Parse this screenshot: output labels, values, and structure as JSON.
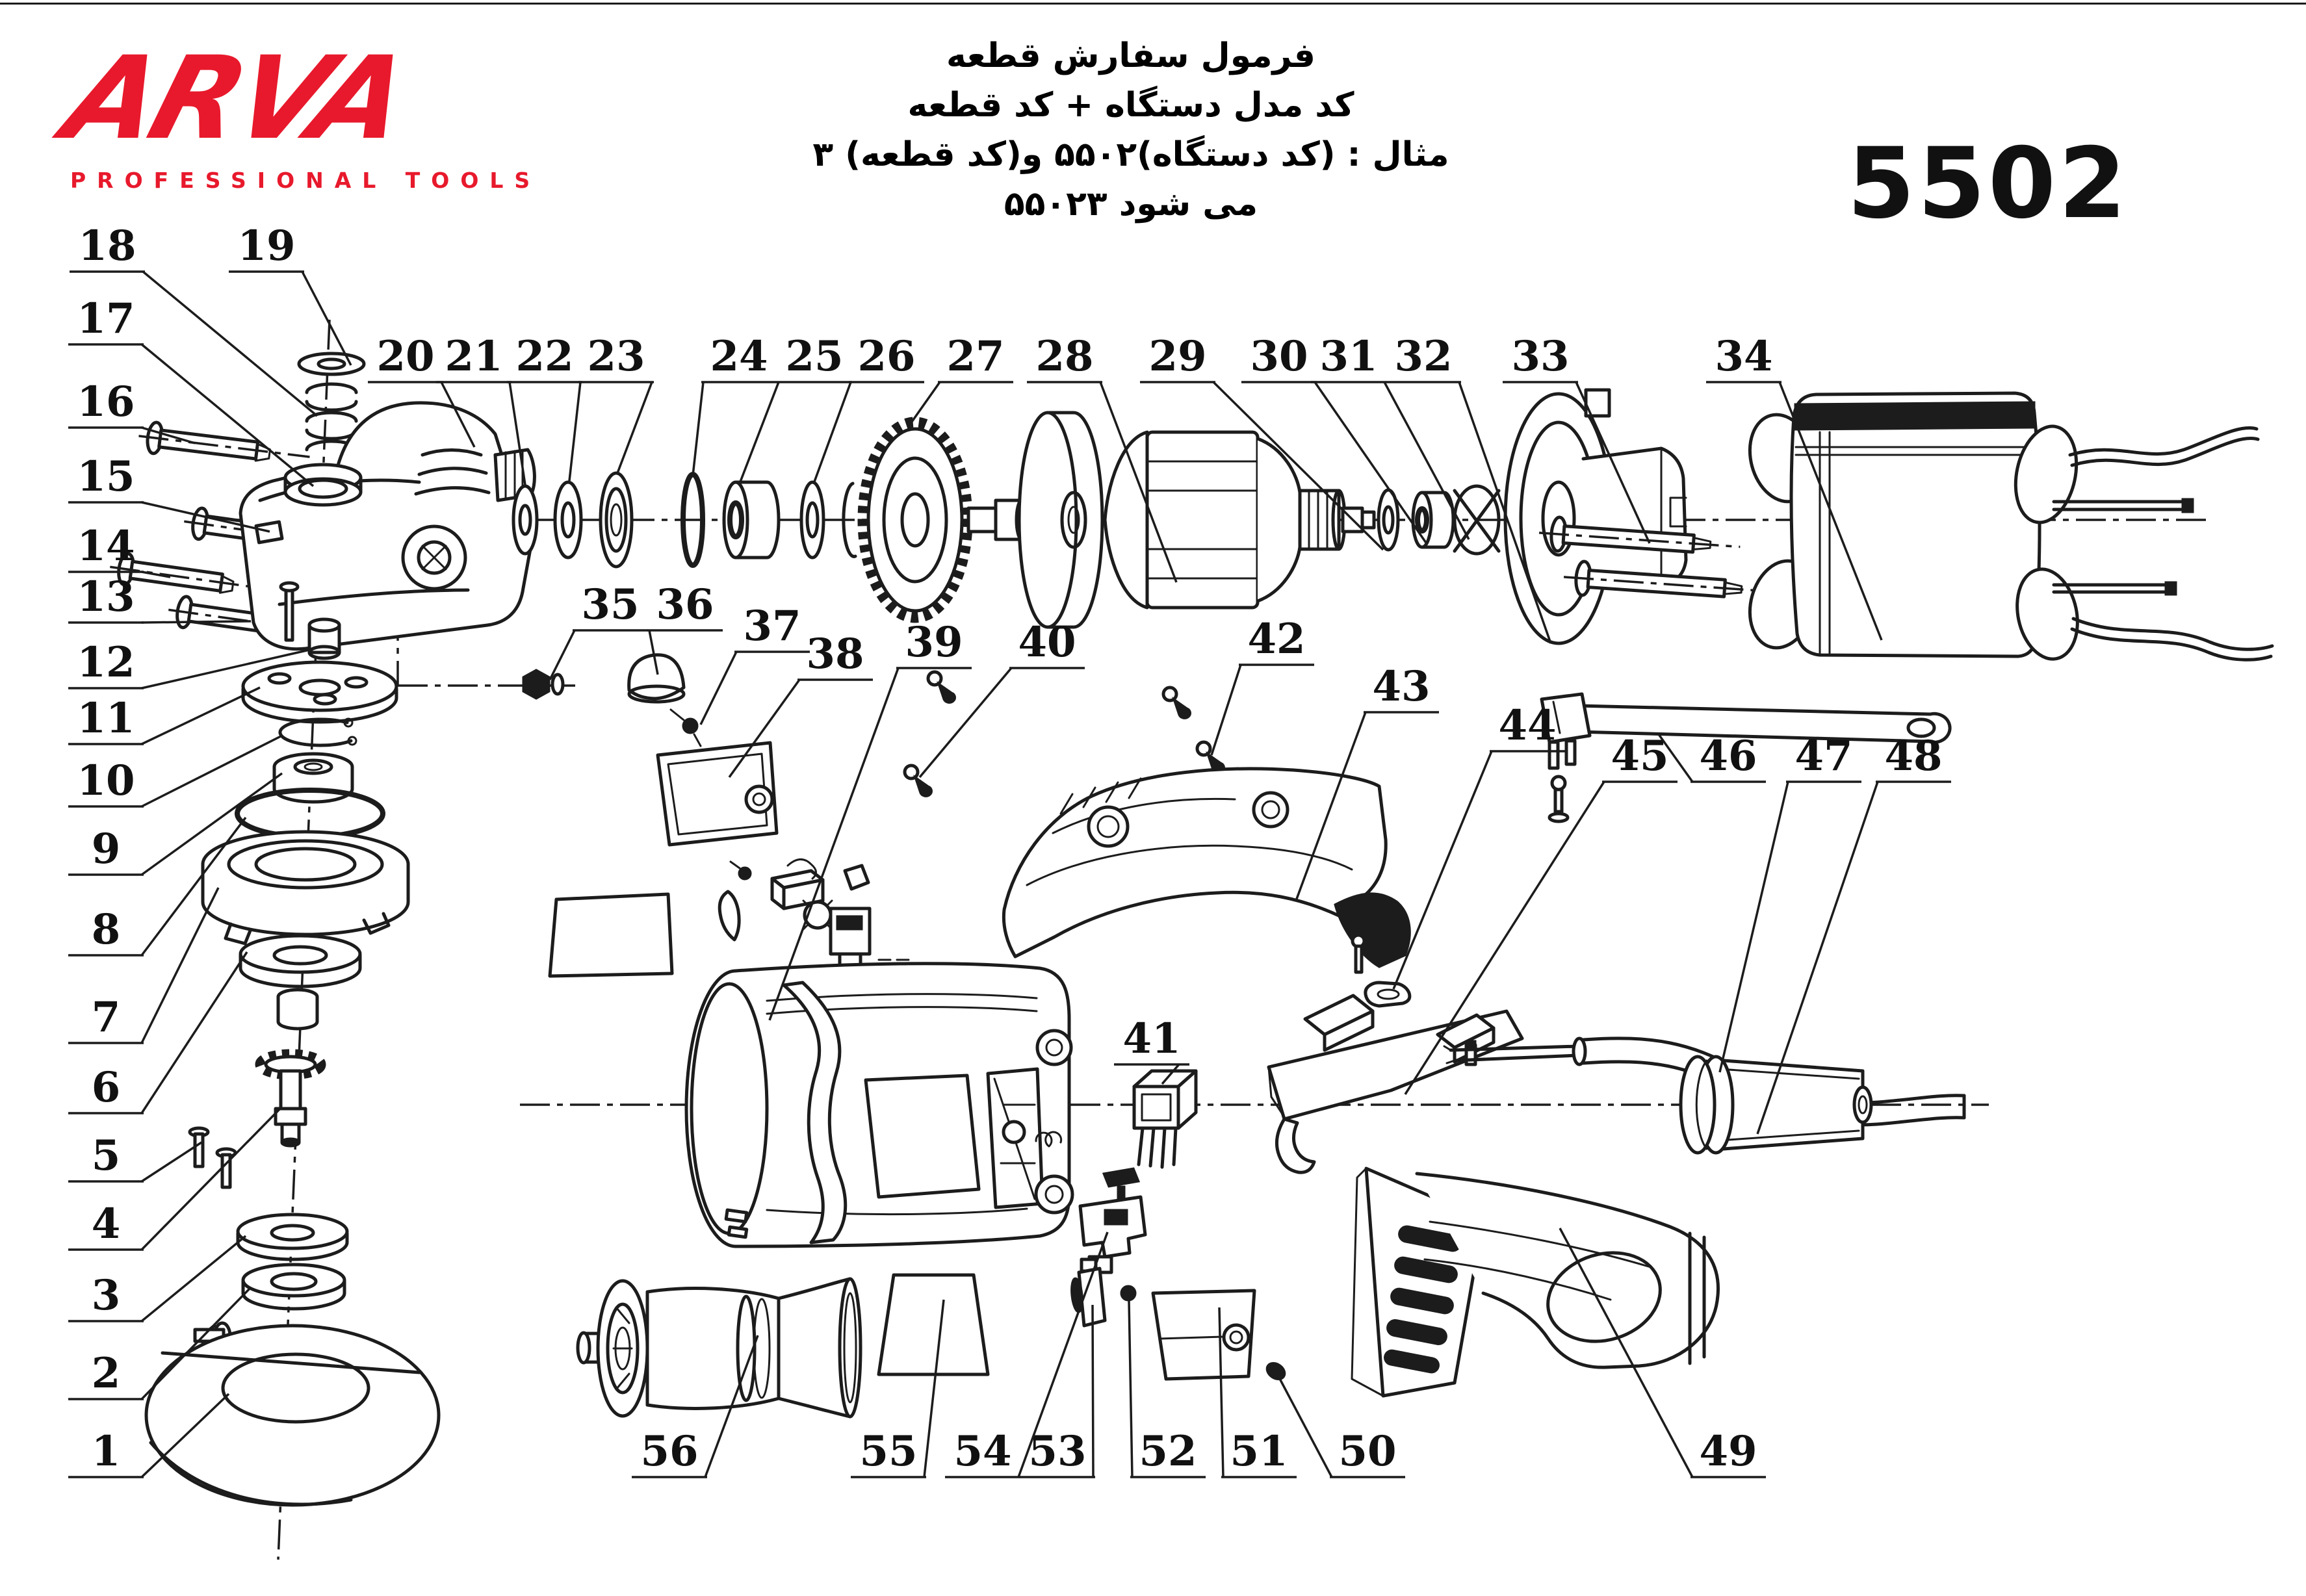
{
  "header": {
    "logo": {
      "brand": "ARVA",
      "tagline": "PROFESSIONAL TOOLS",
      "color": "#e8192c"
    },
    "ordering_note": {
      "lines": [
        "فرمول سفارش قطعه",
        "کد مدل دستگاه + کد قطعه",
        "مثال : (کد دستگاه)۵۵۰۲ و(کد قطعه) ۳",
        "می شود ۵۵۰۲۳"
      ]
    },
    "model_number": "5502"
  },
  "diagram": {
    "line_color": "#1c1c1c",
    "parts": [
      {
        "n": "1",
        "label": [
          163,
          2255
        ],
        "leader": [
          [
            218,
            2273
          ],
          [
            352,
            2145
          ]
        ]
      },
      {
        "n": "2",
        "label": [
          163,
          2135
        ],
        "leader": [
          [
            218,
            2153
          ],
          [
            385,
            1982
          ]
        ]
      },
      {
        "n": "3",
        "label": [
          163,
          2015
        ],
        "leader": [
          [
            218,
            2033
          ],
          [
            378,
            1902
          ]
        ]
      },
      {
        "n": "4",
        "label": [
          163,
          1905
        ],
        "leader": [
          [
            218,
            1923
          ],
          [
            432,
            1705
          ]
        ]
      },
      {
        "n": "5",
        "label": [
          163,
          1800
        ],
        "leader": [
          [
            218,
            1818
          ],
          [
            310,
            1758
          ]
        ]
      },
      {
        "n": "6",
        "label": [
          163,
          1695
        ],
        "leader": [
          [
            218,
            1713
          ],
          [
            380,
            1465
          ]
        ]
      },
      {
        "n": "7",
        "label": [
          163,
          1587
        ],
        "leader": [
          [
            218,
            1605
          ],
          [
            336,
            1366
          ]
        ]
      },
      {
        "n": "8",
        "label": [
          163,
          1452
        ],
        "leader": [
          [
            218,
            1470
          ],
          [
            378,
            1258
          ]
        ]
      },
      {
        "n": "9",
        "label": [
          163,
          1328
        ],
        "leader": [
          [
            218,
            1346
          ],
          [
            434,
            1190
          ]
        ]
      },
      {
        "n": "10",
        "label": [
          163,
          1223
        ],
        "leader": [
          [
            218,
            1241
          ],
          [
            432,
            1133
          ]
        ]
      },
      {
        "n": "11",
        "label": [
          163,
          1127
        ],
        "leader": [
          [
            218,
            1145
          ],
          [
            400,
            1058
          ]
        ]
      },
      {
        "n": "12",
        "label": [
          163,
          1041
        ],
        "leader": [
          [
            218,
            1059
          ],
          [
            476,
            1000
          ]
        ]
      },
      {
        "n": "13",
        "label": [
          163,
          940
        ],
        "leader": [
          [
            218,
            958
          ],
          [
            386,
            956
          ]
        ]
      },
      {
        "n": "14",
        "label": [
          163,
          862
        ],
        "leader": [
          [
            218,
            880
          ],
          [
            262,
            888
          ]
        ]
      },
      {
        "n": "15",
        "label": [
          163,
          755
        ],
        "leader": [
          [
            218,
            773
          ],
          [
            415,
            818
          ]
        ]
      },
      {
        "n": "16",
        "label": [
          163,
          640
        ],
        "leader": [
          [
            218,
            658
          ],
          [
            300,
            682
          ]
        ]
      },
      {
        "n": "17",
        "label": [
          163,
          512
        ],
        "leader": [
          [
            218,
            530
          ],
          [
            482,
            748
          ]
        ]
      },
      {
        "n": "18",
        "label": [
          165,
          400
        ],
        "leader": [
          [
            220,
            418
          ],
          [
            488,
            640
          ]
        ]
      },
      {
        "n": "19",
        "label": [
          410,
          400
        ],
        "leader": [
          [
            465,
            418
          ],
          [
            540,
            562
          ]
        ]
      },
      {
        "n": "20",
        "label": [
          624,
          570
        ],
        "leader": [
          [
            679,
            588
          ],
          [
            730,
            688
          ]
        ]
      },
      {
        "n": "21",
        "label": [
          729,
          570
        ],
        "leader": [
          [
            784,
            588
          ],
          [
            808,
            746
          ]
        ]
      },
      {
        "n": "22",
        "label": [
          838,
          570
        ],
        "leader": [
          [
            893,
            588
          ],
          [
            876,
            740
          ]
        ]
      },
      {
        "n": "23",
        "label": [
          948,
          570
        ],
        "leader": [
          [
            1003,
            588
          ],
          [
            950,
            728
          ]
        ]
      },
      {
        "n": "24",
        "label": [
          1137,
          570
        ],
        "leader": [
          [
            1082,
            588
          ],
          [
            1066,
            732
          ]
        ]
      },
      {
        "n": "25",
        "label": [
          1253,
          570
        ],
        "leader": [
          [
            1198,
            588
          ],
          [
            1138,
            744
          ]
        ]
      },
      {
        "n": "26",
        "label": [
          1364,
          570
        ],
        "leader": [
          [
            1309,
            588
          ],
          [
            1252,
            744
          ]
        ]
      },
      {
        "n": "27",
        "label": [
          1501,
          570
        ],
        "leader": [
          [
            1446,
            588
          ],
          [
            1398,
            656
          ]
        ]
      },
      {
        "n": "28",
        "label": [
          1638,
          570
        ],
        "leader": [
          [
            1693,
            588
          ],
          [
            1810,
            896
          ]
        ]
      },
      {
        "n": "29",
        "label": [
          1812,
          570
        ],
        "leader": [
          [
            1867,
            588
          ],
          [
            2128,
            846
          ]
        ]
      },
      {
        "n": "30",
        "label": [
          1968,
          570
        ],
        "leader": [
          [
            2023,
            588
          ],
          [
            2196,
            838
          ]
        ]
      },
      {
        "n": "31",
        "label": [
          2075,
          570
        ],
        "leader": [
          [
            2130,
            588
          ],
          [
            2260,
            830
          ]
        ]
      },
      {
        "n": "32",
        "label": [
          2190,
          570
        ],
        "leader": [
          [
            2245,
            588
          ],
          [
            2386,
            990
          ]
        ]
      },
      {
        "n": "33",
        "label": [
          2370,
          570
        ],
        "leader": [
          [
            2425,
            588
          ],
          [
            2538,
            836
          ]
        ]
      },
      {
        "n": "34",
        "label": [
          2683,
          570
        ],
        "leader": [
          [
            2738,
            588
          ],
          [
            2895,
            985
          ]
        ]
      },
      {
        "n": "35",
        "label": [
          939,
          952
        ],
        "leader": [
          [
            884,
            970
          ],
          [
            846,
            1046
          ]
        ]
      },
      {
        "n": "36",
        "label": [
          1054,
          952
        ],
        "leader": [
          [
            999,
            970
          ],
          [
            1012,
            1038
          ]
        ]
      },
      {
        "n": "37",
        "label": [
          1188,
          985
        ],
        "leader": [
          [
            1133,
            1003
          ],
          [
            1078,
            1115
          ]
        ]
      },
      {
        "n": "38",
        "label": [
          1285,
          1028
        ],
        "leader": [
          [
            1230,
            1046
          ],
          [
            1122,
            1196
          ]
        ]
      },
      {
        "n": "39",
        "label": [
          1437,
          1010
        ],
        "leader": [
          [
            1382,
            1028
          ],
          [
            1184,
            1570
          ]
        ]
      },
      {
        "n": "40",
        "label": [
          1611,
          1010
        ],
        "leader": [
          [
            1556,
            1028
          ],
          [
            1415,
            1196
          ]
        ]
      },
      {
        "n": "41",
        "label": [
          1772,
          1620
        ],
        "leader": [
          [
            1814,
            1638
          ],
          [
            1788,
            1668
          ]
        ]
      },
      {
        "n": "42",
        "label": [
          1964,
          1005
        ],
        "leader": [
          [
            1909,
            1023
          ],
          [
            1864,
            1162
          ]
        ]
      },
      {
        "n": "43",
        "label": [
          2156,
          1078
        ],
        "leader": [
          [
            2101,
            1096
          ],
          [
            1994,
            1386
          ]
        ]
      },
      {
        "n": "44",
        "label": [
          2350,
          1138
        ],
        "leader": [
          [
            2295,
            1156
          ],
          [
            2144,
            1522
          ]
        ]
      },
      {
        "n": "45",
        "label": [
          2523,
          1185
        ],
        "leader": [
          [
            2468,
            1203
          ],
          [
            2162,
            1684
          ]
        ]
      },
      {
        "n": "46",
        "label": [
          2659,
          1185
        ],
        "leader": [
          [
            2604,
            1203
          ],
          [
            2552,
            1130
          ]
        ]
      },
      {
        "n": "47",
        "label": [
          2806,
          1185
        ],
        "leader": [
          [
            2751,
            1203
          ],
          [
            2646,
            1650
          ]
        ]
      },
      {
        "n": "48",
        "label": [
          2944,
          1185
        ],
        "leader": [
          [
            2889,
            1203
          ],
          [
            2704,
            1745
          ]
        ]
      },
      {
        "n": "49",
        "label": [
          2659,
          2255
        ],
        "leader": [
          [
            2604,
            2273
          ],
          [
            2400,
            1890
          ]
        ]
      },
      {
        "n": "50",
        "label": [
          2104,
          2255
        ],
        "leader": [
          [
            2049,
            2273
          ],
          [
            1966,
            2116
          ]
        ]
      },
      {
        "n": "51",
        "label": [
          1937,
          2255
        ],
        "leader": [
          [
            1882,
            2273
          ],
          [
            1876,
            2012
          ]
        ]
      },
      {
        "n": "52",
        "label": [
          1797,
          2255
        ],
        "leader": [
          [
            1742,
            2273
          ],
          [
            1737,
            2002
          ]
        ]
      },
      {
        "n": "53",
        "label": [
          1627,
          2255
        ],
        "leader": [
          [
            1682,
            2273
          ],
          [
            1681,
            2008
          ]
        ]
      },
      {
        "n": "54",
        "label": [
          1512,
          2255
        ],
        "leader": [
          [
            1567,
            2273
          ],
          [
            1704,
            1896
          ]
        ]
      },
      {
        "n": "55",
        "label": [
          1367,
          2255
        ],
        "leader": [
          [
            1422,
            2273
          ],
          [
            1452,
            2000
          ]
        ]
      },
      {
        "n": "56",
        "label": [
          1030,
          2255
        ],
        "leader": [
          [
            1085,
            2273
          ],
          [
            1166,
            2055
          ]
        ]
      }
    ]
  }
}
